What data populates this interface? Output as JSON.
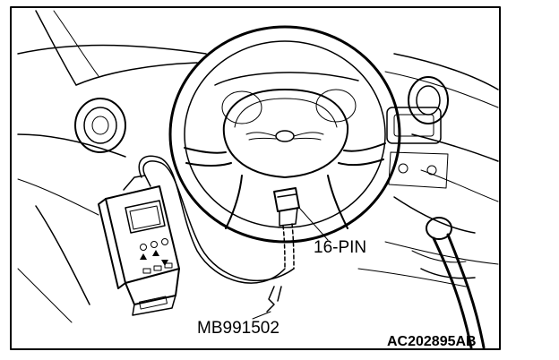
{
  "labels": {
    "connector": "16-PIN",
    "tool": "MB991502",
    "figure_id": "AC202895AB"
  },
  "colors": {
    "ink": "#000000",
    "paper": "#ffffff"
  }
}
